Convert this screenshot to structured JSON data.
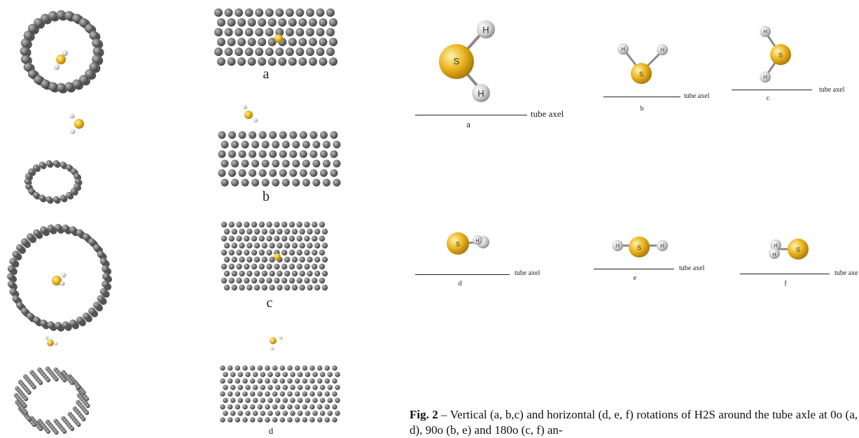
{
  "left_panels": [
    {
      "label": ""
    },
    {
      "label": "a"
    },
    {
      "label": ""
    },
    {
      "label": "b"
    },
    {
      "label": ""
    },
    {
      "label": "c"
    },
    {
      "label": ""
    },
    {
      "label": "d"
    }
  ],
  "molecules": [
    {
      "label": "a",
      "axis_text": "tube axel"
    },
    {
      "label": "b",
      "axis_text": "tube axel"
    },
    {
      "label": "c",
      "axis_text": "tube axel"
    },
    {
      "label": "d",
      "axis_text": "tube axel"
    },
    {
      "label": "e",
      "axis_text": "tube axel"
    },
    {
      "label": "f",
      "axis_text": "tube axel"
    }
  ],
  "atoms": {
    "sulfur": "S",
    "hydrogen": "H"
  },
  "caption": {
    "label": "Fig. 2",
    "text": " – Vertical (a, b,c) and horizontal (d, e, f) rotations of H2S around the tube axle at 0o (a, d), 90o (b, e) and 180o (c, f) an-"
  },
  "colors": {
    "sulfur": "#e8b21a",
    "hydrogen": "#d8d8d8",
    "carbon": "#6d6d6d",
    "bond": "#888888"
  }
}
